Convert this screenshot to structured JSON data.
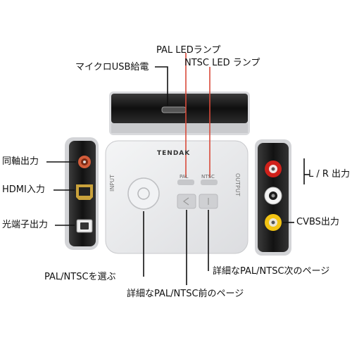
{
  "device": {
    "brand": "TENDAK",
    "led_pal": "PAL",
    "led_ntsc": "NTSC",
    "side_input": "INPUT",
    "side_output": "OUTPUT"
  },
  "labels": {
    "pal_led": "PAL LEDランプ",
    "ntsc_led": "NTSC LED ランプ",
    "micro_usb": "マイクロUSB給電",
    "coaxial": "同軸出力",
    "hdmi": "HDMI入力",
    "optical": "光端子出力",
    "lr": "L / R 出力",
    "cvbs": "CVBS出力",
    "pal_ntsc_select": "PAL/NTSCを選ぶ",
    "next_page": "詳細なPAL/NTSC次のページ",
    "prev_page": "詳細なPAL/NTSC前のページ"
  },
  "colors": {
    "body": "#e9eaec",
    "panel_dark": "#1b1b1b",
    "led_line": "#d84a3a",
    "rca_red": "#d0211b",
    "rca_white": "#f4f4f4",
    "rca_yellow": "#f2c313"
  }
}
